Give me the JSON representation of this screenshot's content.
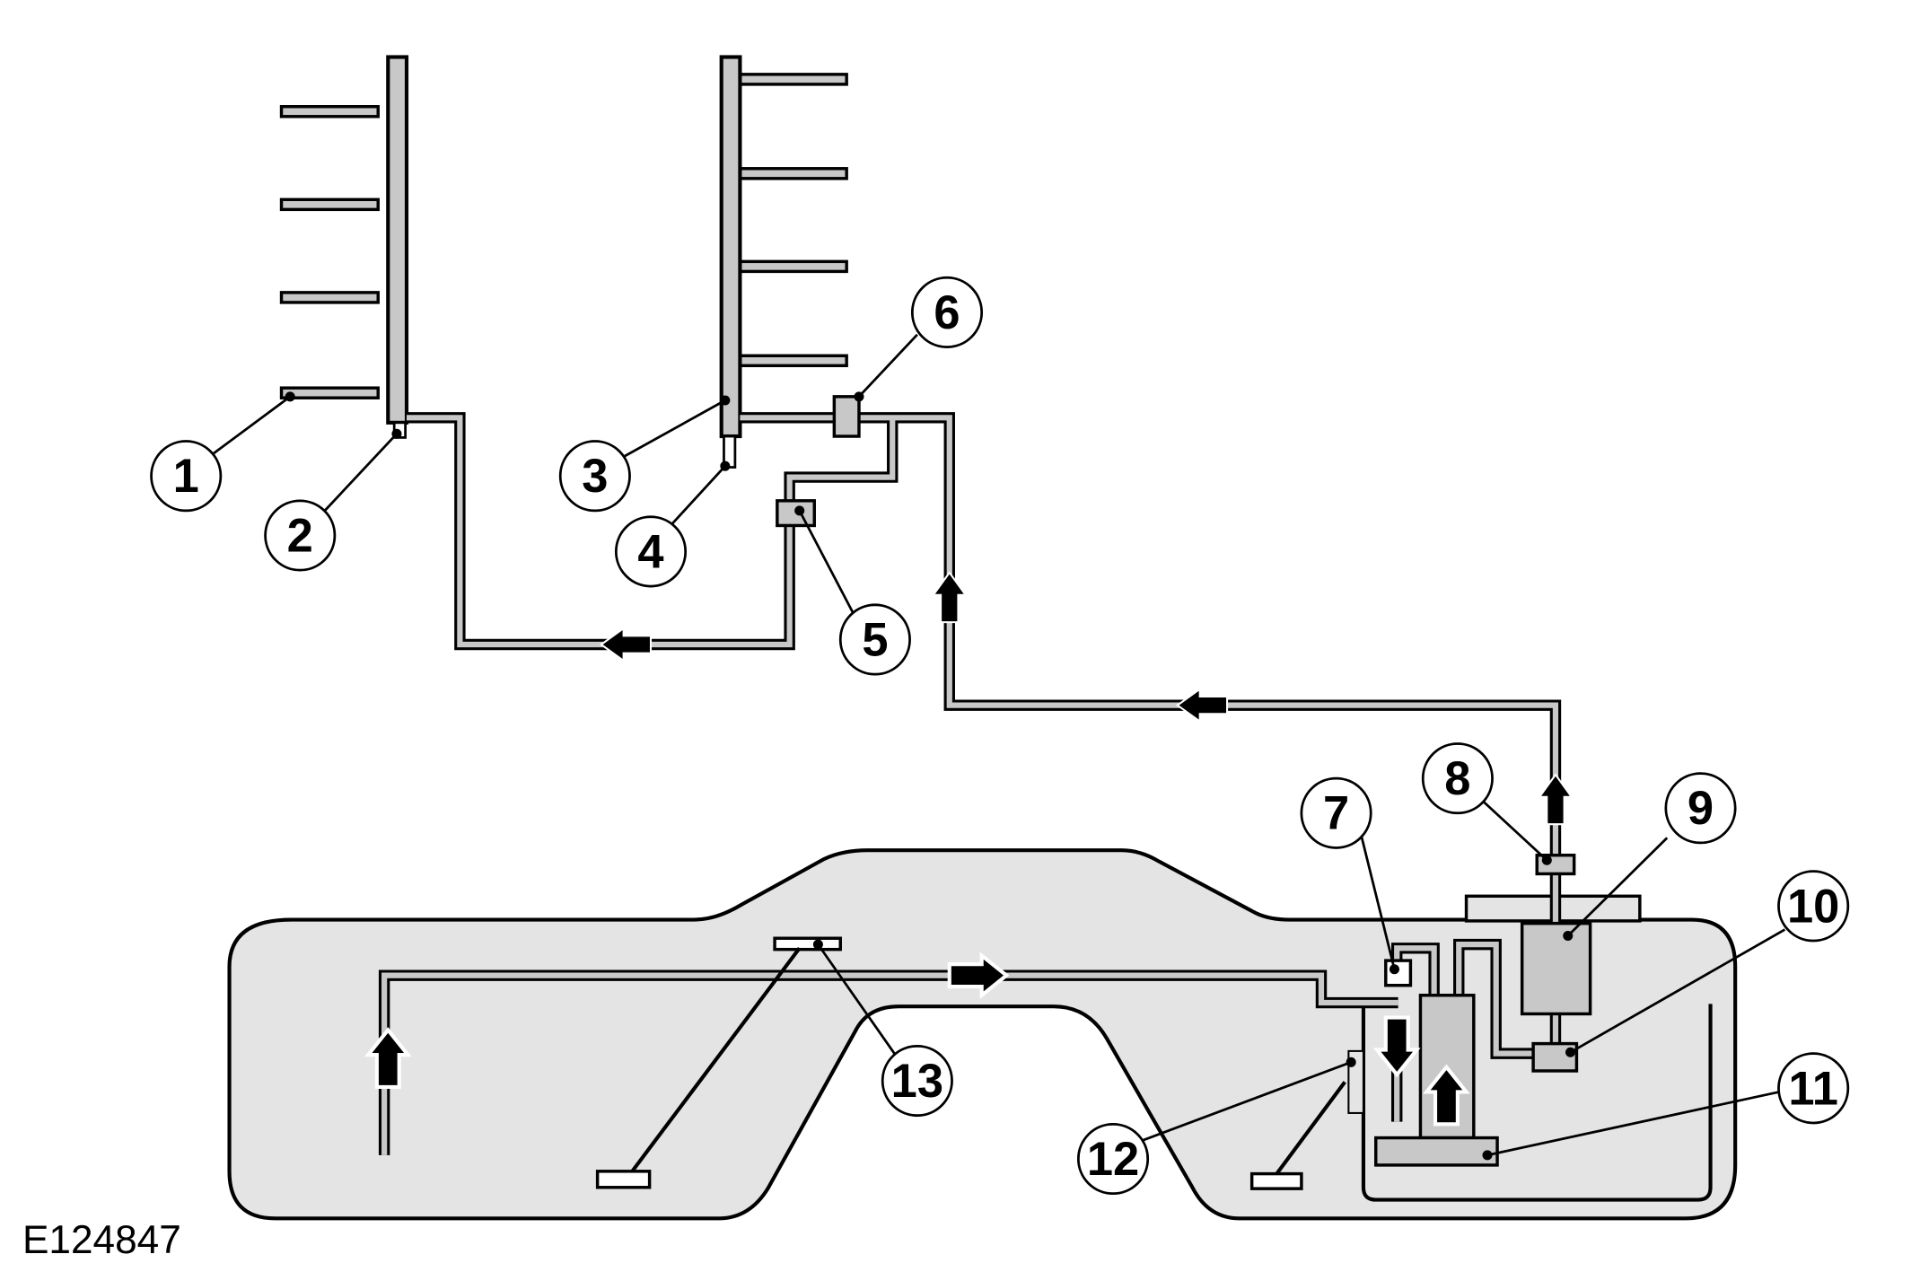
{
  "figure_id": "E124847",
  "callouts": [
    "1",
    "2",
    "3",
    "4",
    "5",
    "6",
    "7",
    "8",
    "9",
    "10",
    "11",
    "12",
    "13"
  ],
  "colors": {
    "component_fill": "#c8c8c8",
    "tank_fill": "#e4e4e4",
    "line": "#000000",
    "arrow": "#000000",
    "background": "#ffffff"
  }
}
